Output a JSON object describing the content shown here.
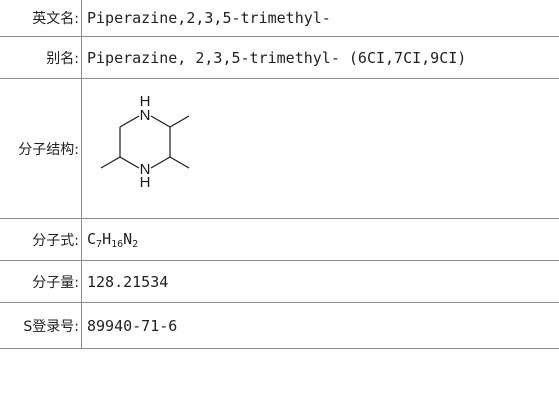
{
  "rows": [
    {
      "label": "英文名:",
      "value": "Piperazine,2,3,5-trimethyl-"
    },
    {
      "label": "别名:",
      "value": "Piperazine, 2,3,5-trimethyl- (6CI,7CI,9CI)"
    },
    {
      "label": "分子结构:"
    },
    {
      "label": "分子式:"
    },
    {
      "label": "分子量:",
      "value": "128.21534"
    },
    {
      "label": "S登录号:",
      "value": "89940-71-6"
    }
  ],
  "formula": {
    "c": "C",
    "c_count": "7",
    "h": "H",
    "h_count": "16",
    "n": "N",
    "n_count": "2"
  },
  "structure": {
    "atom_top_n": "N",
    "atom_top_h": "H",
    "atom_bottom_n": "N",
    "atom_bottom_h": "H"
  }
}
